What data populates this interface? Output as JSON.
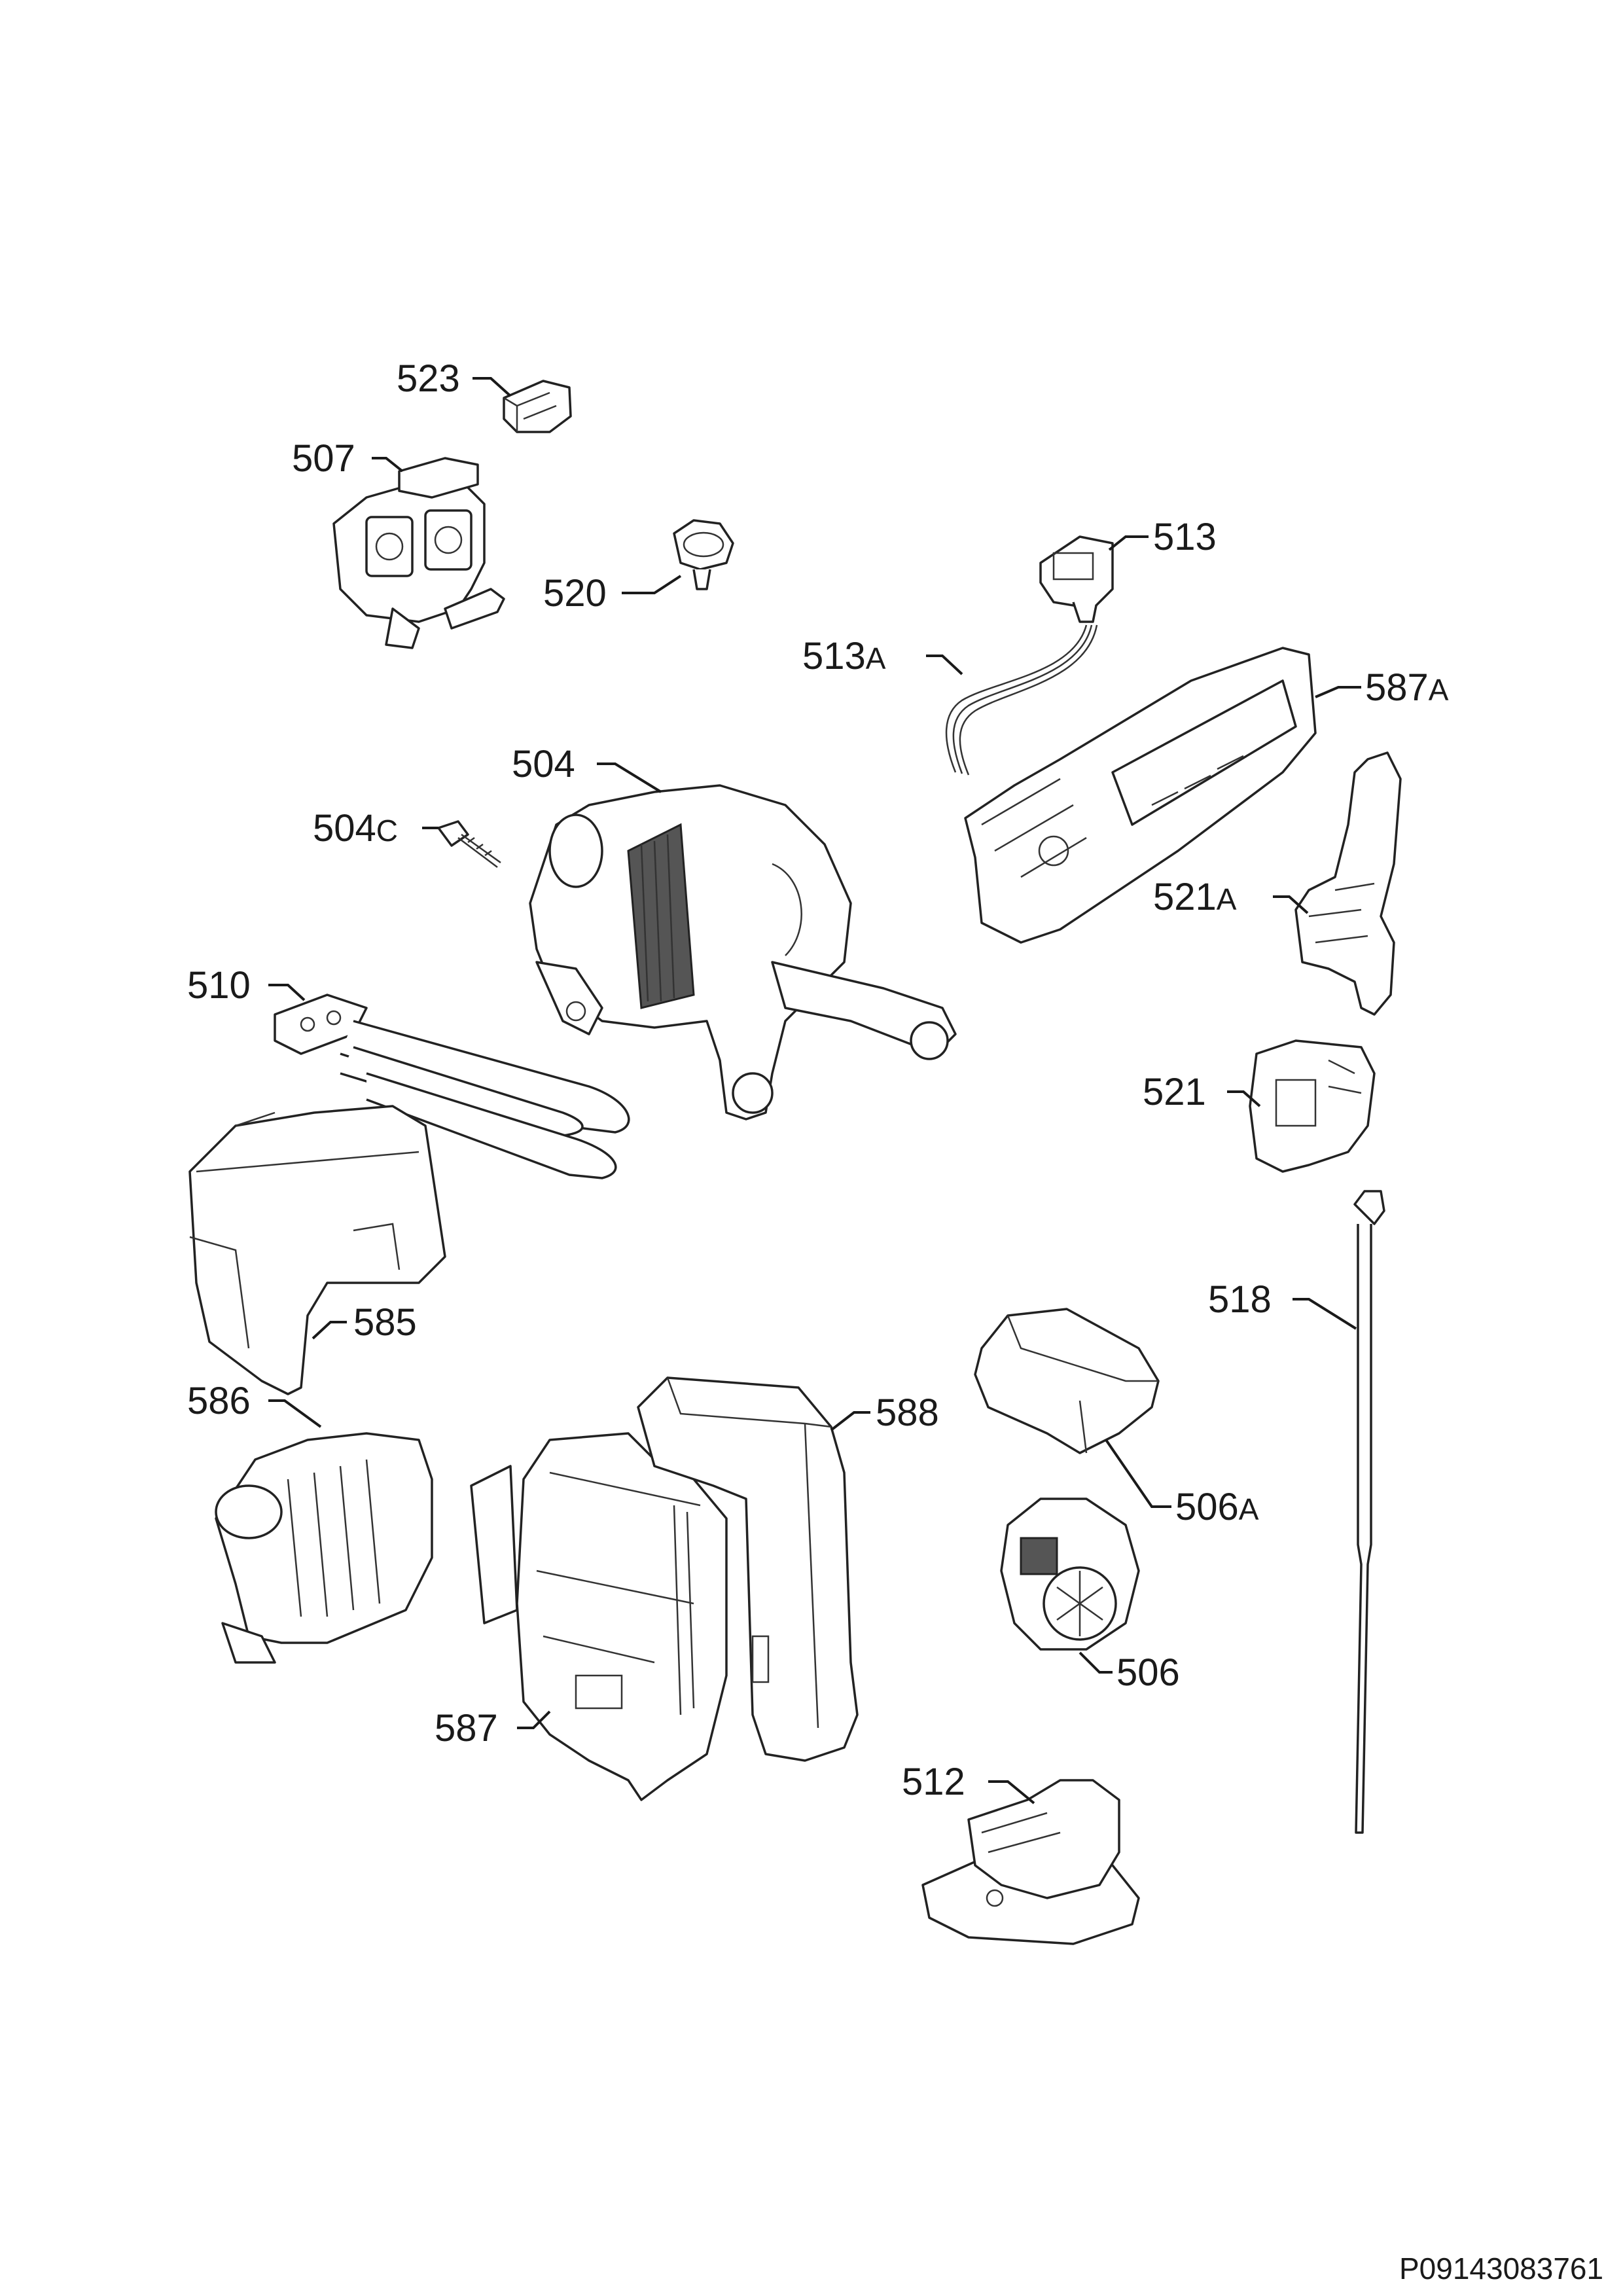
{
  "diagram": {
    "document_id": "P09143083761",
    "parts": [
      {
        "key": "523",
        "number": "523",
        "suffix": ""
      },
      {
        "key": "507",
        "number": "507",
        "suffix": ""
      },
      {
        "key": "520",
        "number": "520",
        "suffix": ""
      },
      {
        "key": "513",
        "number": "513",
        "suffix": ""
      },
      {
        "key": "513A",
        "number": "513",
        "suffix": "A"
      },
      {
        "key": "587A",
        "number": "587",
        "suffix": "A"
      },
      {
        "key": "504",
        "number": "504",
        "suffix": ""
      },
      {
        "key": "504C",
        "number": "504",
        "suffix": "C"
      },
      {
        "key": "521A",
        "number": "521",
        "suffix": "A"
      },
      {
        "key": "510",
        "number": "510",
        "suffix": ""
      },
      {
        "key": "521",
        "number": "521",
        "suffix": ""
      },
      {
        "key": "518",
        "number": "518",
        "suffix": ""
      },
      {
        "key": "585",
        "number": "585",
        "suffix": ""
      },
      {
        "key": "586",
        "number": "586",
        "suffix": ""
      },
      {
        "key": "588",
        "number": "588",
        "suffix": ""
      },
      {
        "key": "506A",
        "number": "506",
        "suffix": "A"
      },
      {
        "key": "506",
        "number": "506",
        "suffix": ""
      },
      {
        "key": "587",
        "number": "587",
        "suffix": ""
      },
      {
        "key": "512",
        "number": "512",
        "suffix": ""
      }
    ]
  }
}
